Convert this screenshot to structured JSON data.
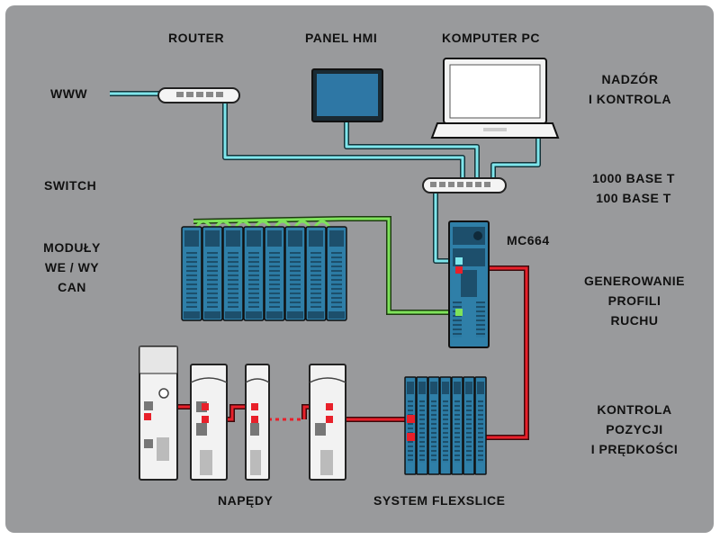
{
  "labels": {
    "router": "ROUTER",
    "panel_hmi": "PANEL HMI",
    "komputer_pc": "KOMPUTER PC",
    "www": "WWW",
    "nadzor_1": "NADZÓR",
    "nadzor_2": "I KONTROLA",
    "switch": "SWITCH",
    "base_1": "1000 BASE T",
    "base_2": "100 BASE T",
    "moduly_1": "MODUŁY",
    "moduly_2": "WE / WY",
    "moduly_3": "CAN",
    "mc664": "MC664",
    "gen_1": "GENEROWANIE",
    "gen_2": "PROFILI",
    "gen_3": "RUCHU",
    "kontrola_1": "KONTROLA",
    "kontrola_2": "POZYCJI",
    "kontrola_3": "I PRĘDKOŚCI",
    "napedy": "NAPĘDY",
    "flexslice": "SYSTEM FLEXSLICE"
  },
  "colors": {
    "background": "#999a9c",
    "ethernet": "#7fe6ec",
    "can_bus": "#7ee35a",
    "ethercat": "#e8202a",
    "module_blue": "#2f7fa8",
    "device_white": "#f2f2f2"
  }
}
